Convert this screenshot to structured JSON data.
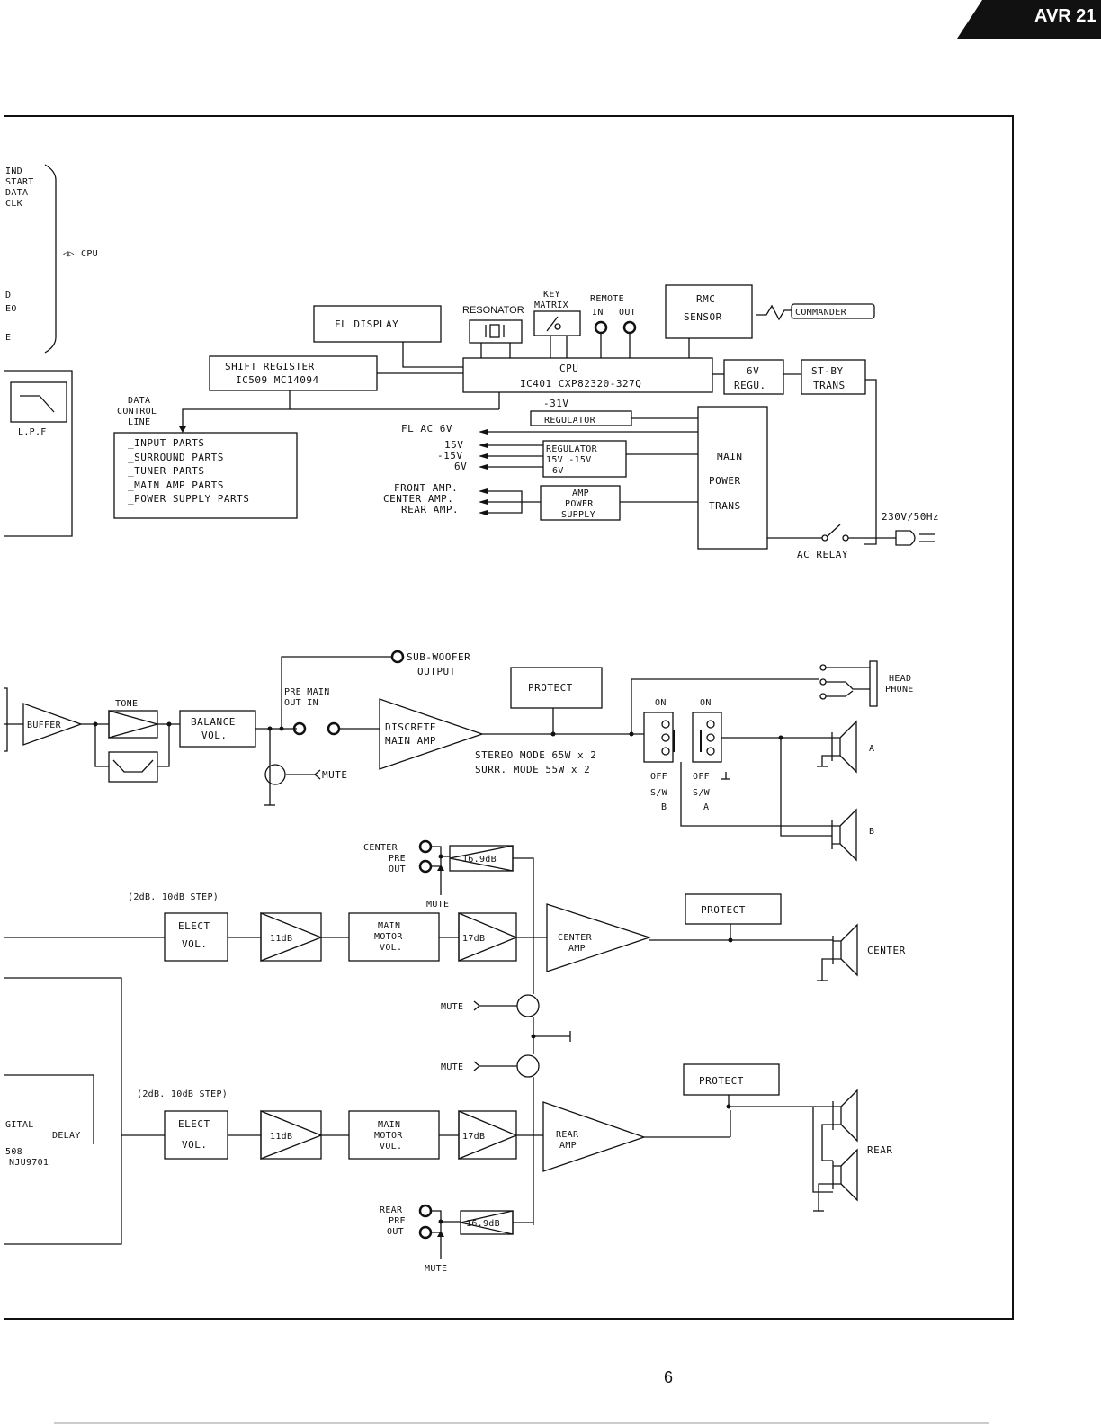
{
  "header": {
    "model": "AVR 21"
  },
  "page_number": "6",
  "left_edge": {
    "signals": [
      "IND",
      "START",
      "DATA",
      "CLK"
    ],
    "cpu_link": "CPU",
    "partial": [
      "D",
      "EO",
      "E"
    ],
    "lpf": "L.P.F"
  },
  "control": {
    "fl_display": "FL   DISPLAY",
    "resonator": "RESONATOR",
    "key_matrix": [
      "KEY",
      "MATRIX"
    ],
    "remote": [
      "REMOTE",
      "IN",
      "OUT"
    ],
    "rmc_sensor": [
      "RMC",
      "SENSOR"
    ],
    "commander": "COMMANDER",
    "shift_register": [
      "SHIFT    REGISTER",
      "IC509  MC14094"
    ],
    "cpu": [
      "CPU",
      "IC401   CXP82320-327Q"
    ],
    "regu_6v": [
      "6V",
      "REGU."
    ],
    "st_by_trans": [
      "ST-BY",
      "TRANS"
    ],
    "data_control_line": [
      "DATA",
      "CONTROL",
      "LINE"
    ],
    "parts_list": [
      "_INPUT PARTS",
      "_SURROUND PARTS",
      "_TUNER PARTS",
      "_MAIN AMP PARTS",
      "_POWER SUPPLY PARTS"
    ],
    "regulator_31": [
      "-31V",
      "REGULATOR"
    ],
    "fl_ac": "FL AC 6V",
    "voltages": [
      "15V",
      "-15V",
      "6V"
    ],
    "regulator_multi": [
      "REGULATOR",
      "15V   -15V",
      "6V"
    ],
    "amp_outputs": [
      "FRONT AMP.",
      "CENTER AMP.",
      "REAR AMP."
    ],
    "amp_power_supply": [
      "AMP",
      "POWER",
      "SUPPLY"
    ],
    "main_power_trans": [
      "MAIN",
      "POWER",
      "TRANS"
    ],
    "mains": "230V/50Hz",
    "ac_relay": "AC  RELAY"
  },
  "front": {
    "sub_woofer": [
      "SUB-WOOFER",
      "OUTPUT"
    ],
    "buffer": "BUFFER",
    "tone": "TONE",
    "balance": [
      "BALANCE",
      "VOL."
    ],
    "pre_main": [
      "PRE  MAIN",
      "OUT   IN"
    ],
    "mute": "MUTE",
    "discrete": [
      "DISCRETE",
      "MAIN AMP"
    ],
    "protect": "PROTECT",
    "mode_text": [
      "STEREO MODE  65W x 2",
      "SURR.  MODE  55W x 2"
    ],
    "switches": [
      "ON",
      "ON",
      "OFF",
      "OFF",
      "S/W",
      "S/W",
      "B",
      "A"
    ],
    "head_phone": [
      "HEAD",
      "PHONE"
    ],
    "speakers": [
      "A",
      "B"
    ]
  },
  "center": {
    "pre_out": [
      "CENTER",
      "PRE",
      "OUT"
    ],
    "gain_pre": "16.9dB",
    "mute": "MUTE",
    "step": "(2dB. 10dB STEP)",
    "elect_vol": [
      "ELECT",
      "VOL."
    ],
    "gain1": "11dB",
    "motor_vol": [
      "MAIN",
      "MOTOR",
      "VOL."
    ],
    "gain2": "17dB",
    "amp": [
      "CENTER",
      "AMP"
    ],
    "protect": "PROTECT",
    "speaker": "CENTER"
  },
  "mutes": [
    "MUTE",
    "MUTE"
  ],
  "rear": {
    "step": "(2dB. 10dB STEP)",
    "digital_delay": [
      "GITAL",
      "DELAY",
      "508",
      "NJU9701"
    ],
    "elect_vol": [
      "ELECT",
      "VOL."
    ],
    "gain1": "11dB",
    "motor_vol": [
      "MAIN",
      "MOTOR",
      "VOL."
    ],
    "gain2": "17dB",
    "amp": [
      "REAR",
      "AMP"
    ],
    "protect": "PROTECT",
    "speaker": "REAR",
    "pre_out": [
      "REAR",
      "PRE",
      "OUT"
    ],
    "gain_pre": "16.9dB",
    "mute": "MUTE"
  }
}
